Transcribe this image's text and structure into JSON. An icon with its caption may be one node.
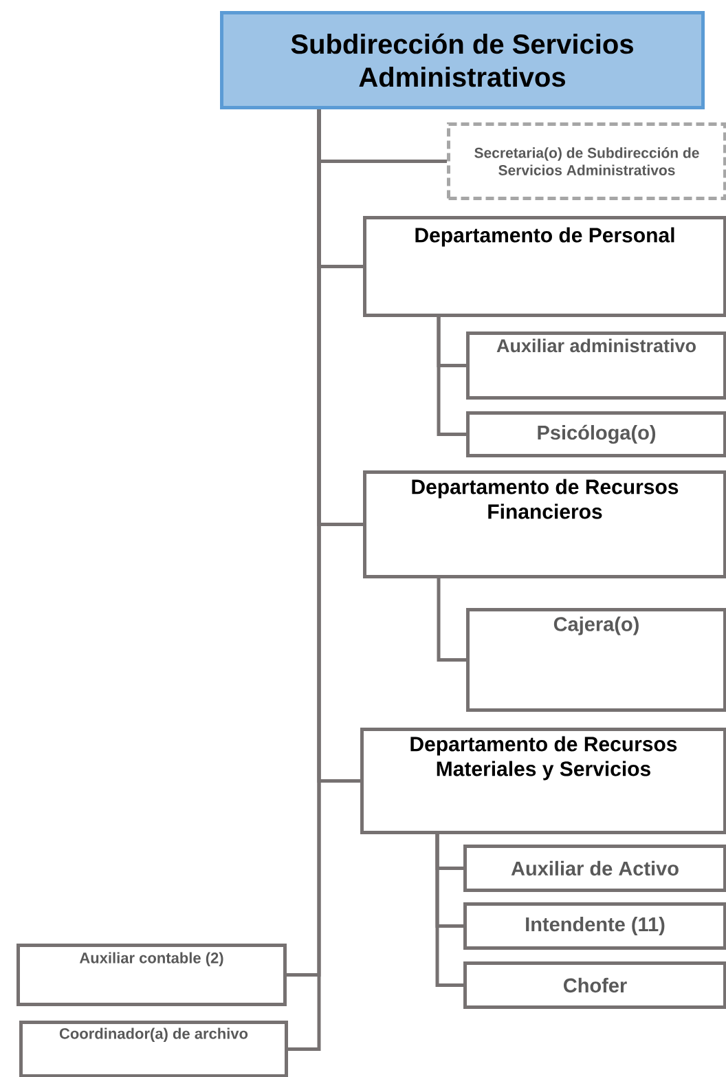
{
  "diagram": {
    "nodes": [
      {
        "text": [
          "Subdirección de Servicios Administrativos"
        ]
      },
      {
        "text": [
          "Secretaria(o) de Subdirección de Servicios Administrativos"
        ]
      },
      {
        "text": [
          "Departamento de Personal"
        ]
      },
      {
        "text": [
          "Auxiliar administrativo"
        ]
      },
      {
        "text": [
          "Psicóloga(o)"
        ]
      },
      {
        "text": [
          "Departamento de Recursos Financieros"
        ]
      },
      {
        "text": [
          "Cajera(o)"
        ]
      },
      {
        "text": [
          "Departamento de Recursos Materiales y Servicios"
        ]
      },
      {
        "text": [
          "Auxiliar de Activo"
        ]
      },
      {
        "text": [
          "Intendente (11)"
        ]
      },
      {
        "text": [
          "Chofer"
        ]
      },
      {
        "text": [
          "Auxiliar contable (2)"
        ]
      },
      {
        "text": [
          "Coordinador(a) de archivo"
        ]
      }
    ],
    "edges": [
      {
        "from": 0,
        "to": 1,
        "arrow": "none"
      },
      {
        "from": 0,
        "to": 2,
        "arrow": "none"
      },
      {
        "from": 2,
        "to": 3,
        "arrow": "none"
      },
      {
        "from": 2,
        "to": 4,
        "arrow": "none"
      },
      {
        "from": 0,
        "to": 5,
        "arrow": "none"
      },
      {
        "from": 5,
        "to": 6,
        "arrow": "none"
      },
      {
        "from": 0,
        "to": 7,
        "arrow": "none"
      },
      {
        "from": 7,
        "to": 8,
        "arrow": "none"
      },
      {
        "from": 7,
        "to": 9,
        "arrow": "none"
      },
      {
        "from": 7,
        "to": 10,
        "arrow": "none"
      },
      {
        "from": 0,
        "to": 11,
        "arrow": "none"
      },
      {
        "from": 0,
        "to": 12,
        "arrow": "none"
      }
    ]
  }
}
